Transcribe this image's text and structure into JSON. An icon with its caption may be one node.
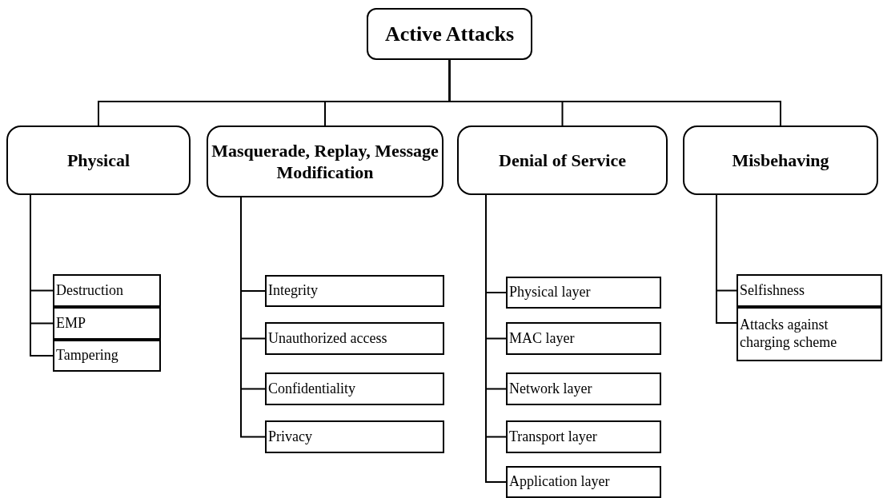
{
  "diagram": {
    "nodes": [
      {
        "text": [
          "Active Attacks"
        ]
      },
      {
        "text": [
          "Physical"
        ]
      },
      {
        "text": [
          "Masquerade, Replay, Message Modification"
        ]
      },
      {
        "text": [
          "Denial of Service"
        ]
      },
      {
        "text": [
          "Misbehaving"
        ]
      },
      {
        "text": [
          "Destruction"
        ]
      },
      {
        "text": [
          "EMP"
        ]
      },
      {
        "text": [
          "Tampering"
        ]
      },
      {
        "text": [
          "Integrity"
        ]
      },
      {
        "text": [
          "Unauthorized access"
        ]
      },
      {
        "text": [
          "Confidentiality"
        ]
      },
      {
        "text": [
          "Privacy"
        ]
      },
      {
        "text": [
          "Physical layer"
        ]
      },
      {
        "text": [
          "MAC layer"
        ]
      },
      {
        "text": [
          "Network layer"
        ]
      },
      {
        "text": [
          "Transport layer"
        ]
      },
      {
        "text": [
          "Application layer"
        ]
      },
      {
        "text": [
          "Selfishness"
        ]
      },
      {
        "text": [
          "Attacks against charging scheme"
        ]
      }
    ],
    "edges": [
      {
        "from": 0,
        "to": 1,
        "arrow": "none"
      },
      {
        "from": 0,
        "to": 2,
        "arrow": "none"
      },
      {
        "from": 0,
        "to": 3,
        "arrow": "none"
      },
      {
        "from": 0,
        "to": 4,
        "arrow": "none"
      },
      {
        "from": 1,
        "to": 5,
        "arrow": "none"
      },
      {
        "from": 1,
        "to": 6,
        "arrow": "none"
      },
      {
        "from": 1,
        "to": 7,
        "arrow": "none"
      },
      {
        "from": 2,
        "to": 8,
        "arrow": "none"
      },
      {
        "from": 2,
        "to": 9,
        "arrow": "none"
      },
      {
        "from": 2,
        "to": 10,
        "arrow": "none"
      },
      {
        "from": 2,
        "to": 11,
        "arrow": "none"
      },
      {
        "from": 3,
        "to": 12,
        "arrow": "none"
      },
      {
        "from": 3,
        "to": 13,
        "arrow": "none"
      },
      {
        "from": 3,
        "to": 14,
        "arrow": "none"
      },
      {
        "from": 3,
        "to": 15,
        "arrow": "none"
      },
      {
        "from": 3,
        "to": 16,
        "arrow": "none"
      },
      {
        "from": 4,
        "to": 17,
        "arrow": "none"
      },
      {
        "from": 4,
        "to": 18,
        "arrow": "none"
      }
    ]
  }
}
